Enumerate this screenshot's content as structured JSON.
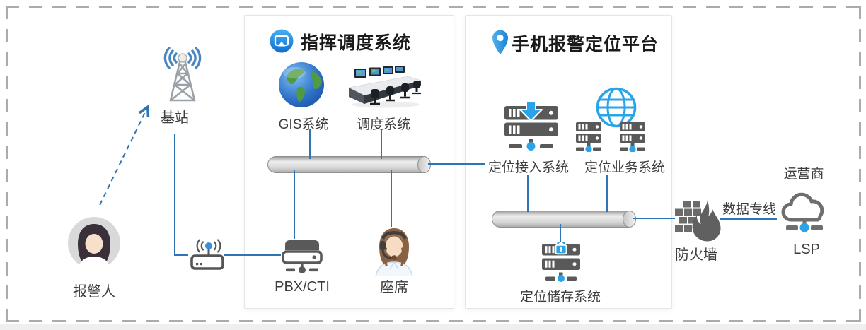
{
  "diagram": {
    "left_group": {
      "reporter": "报警人",
      "base_station": "基站"
    },
    "dispatch_panel": {
      "title": "指挥调度系统",
      "gis": "GIS系统",
      "dispatch_system": "调度系统",
      "pbx": "PBX/CTI",
      "agent": "座席"
    },
    "platform_panel": {
      "title": "手机报警定位平台",
      "access": "定位接入系统",
      "business": "定位业务系统",
      "storage": "定位储存系统"
    },
    "right_group": {
      "firewall": "防火墙",
      "data_line": "数据专线",
      "carrier": "运营商",
      "lsp": "LSP"
    },
    "colors": {
      "connector_blue": "#2e75b6",
      "icon_gray": "#595959",
      "accent_blue": "#2ba3e8",
      "bus_gray": "#cccccc",
      "dash_border_gray": "#ababab"
    }
  }
}
